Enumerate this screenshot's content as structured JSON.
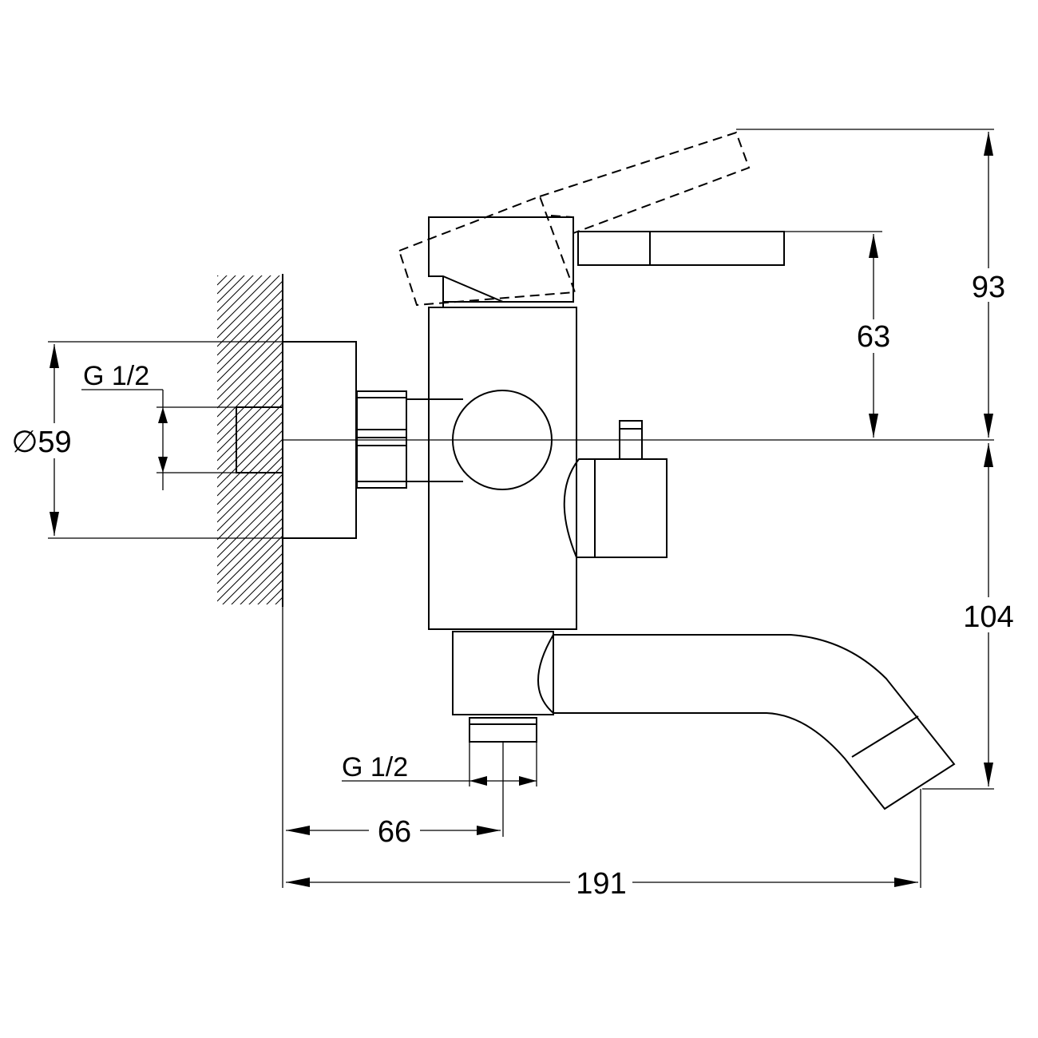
{
  "dimensions": {
    "height_total": "93",
    "height_lever": "63",
    "height_spout": "104",
    "flange_diameter": "∅59",
    "inlet_thread": "G 1/2",
    "outlet_thread": "G 1/2",
    "outlet_offset": "66",
    "projection": "191"
  }
}
